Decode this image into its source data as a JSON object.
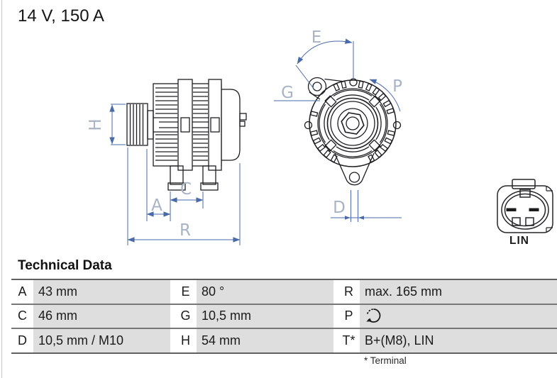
{
  "title": "14 V, 150 A",
  "diagram": {
    "dimension_labels": {
      "H": "H",
      "A": "A",
      "C": "C",
      "R": "R",
      "E": "E",
      "G": "G",
      "P": "P",
      "D": "D"
    },
    "connector_label": "LIN"
  },
  "technical_data": {
    "heading": "Technical Data",
    "rows": [
      {
        "cells": [
          {
            "key": "A",
            "value": "43 mm"
          },
          {
            "key": "E",
            "value": "80 °"
          },
          {
            "key": "R",
            "value": "max. 165 mm"
          }
        ]
      },
      {
        "cells": [
          {
            "key": "C",
            "value": "46 mm"
          },
          {
            "key": "G",
            "value": "10,5 mm"
          },
          {
            "key": "P",
            "value": "",
            "value_icon": "rotation-direction-icon"
          }
        ]
      },
      {
        "cells": [
          {
            "key": "D",
            "value": "10,5 mm / M10"
          },
          {
            "key": "H",
            "value": "54 mm"
          },
          {
            "key": "T*",
            "value": "B+(M8), LIN"
          }
        ]
      }
    ],
    "footnote": "* Terminal"
  },
  "colors": {
    "dimension_line": "#4a6ba8",
    "dimension_label": "#a9b3c7",
    "part_line": "#1e1e22",
    "table_cell_bg": "#dedede"
  }
}
